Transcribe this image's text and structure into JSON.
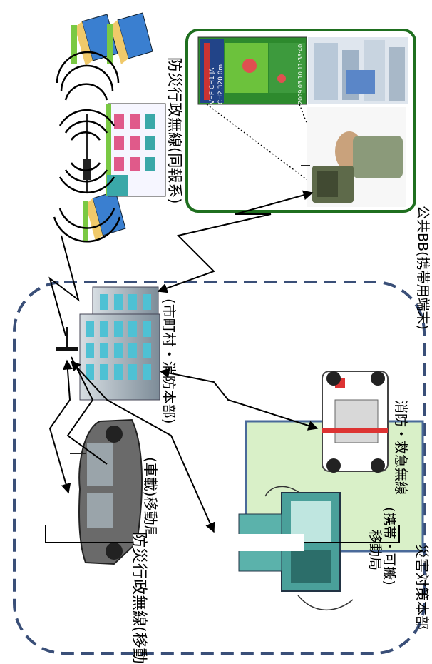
{
  "labels": {
    "bousai_douhou": "防災行政無線(同報系)",
    "koukyou_bb": "公共BB(携帯用端末)",
    "honbu": "(市町村・消防本部)",
    "shoubou_kyukyu": "消防・救急無線",
    "shasai": "(車載)移動局",
    "keitai_kahan_1": "(携帯・可搬)",
    "keitai_kahan_2": "移動局",
    "bousai_idou": "防災行政無線(移動系)",
    "bottom_box_text": "災害対策本部"
  },
  "screen": {
    "line1": "VHF CH1 JA",
    "line2": "CH2 320 0m",
    "line3": "2009.03.10 11:38:40"
  },
  "colors": {
    "dashed_border": "#3a4f78",
    "green_frame": "#1f6f1f",
    "bottom_box_fill": "#d9f0c8",
    "bottom_box_border": "#4a6a9a",
    "house_blue": "#3a7fd0",
    "building_gray": "#8fa0ad"
  }
}
